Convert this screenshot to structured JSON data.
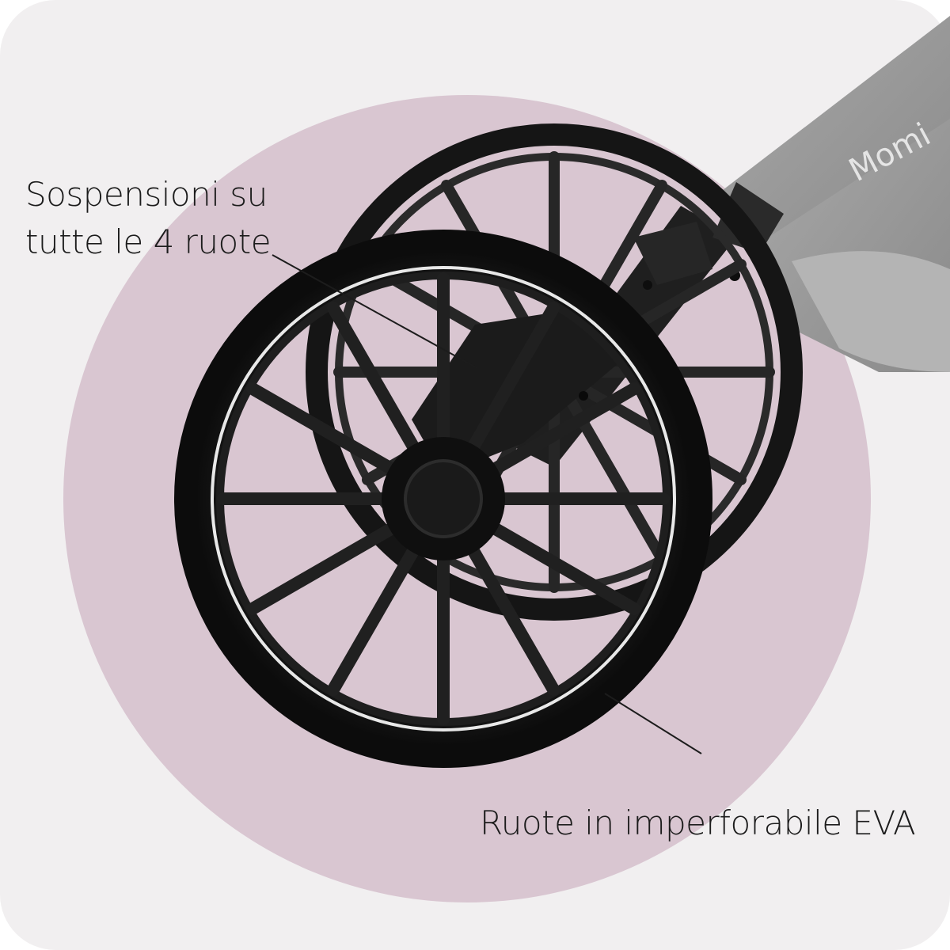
{
  "callouts": {
    "suspension": {
      "line1": "Sospensioni su",
      "line2": "tutte le 4 ruote"
    },
    "wheels": {
      "text": "Ruote in imperforabile EVA"
    }
  },
  "product": {
    "brand_mark": "Momi"
  },
  "colors": {
    "backdrop_circle": "#d9c6d1",
    "card_background": "#f1eff0",
    "page_background": "#ffffff",
    "tyre": "#1a1a1a",
    "frame_gray": "#9a9a9a",
    "text": "#1c1c1c",
    "pointer_line": "#1c1c1c"
  }
}
